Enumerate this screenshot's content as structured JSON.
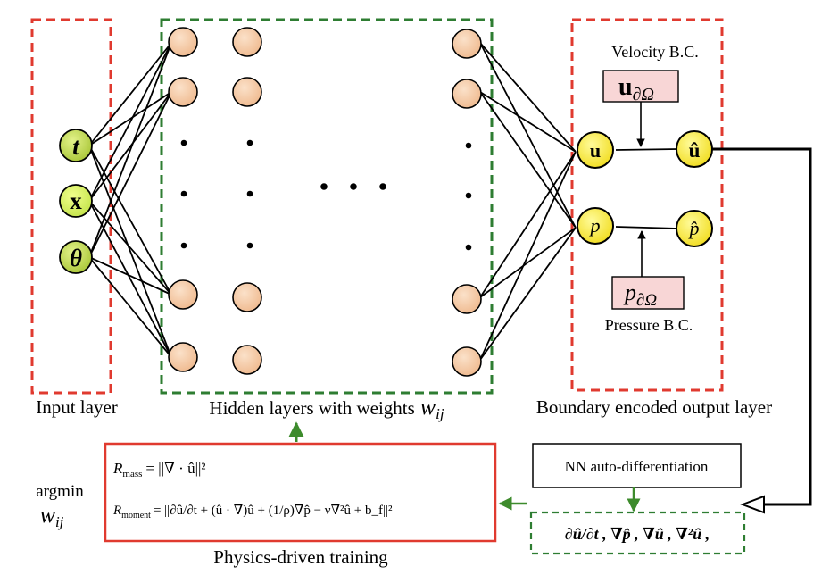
{
  "labels": {
    "input_layer": "Input layer",
    "hidden_layers_prefix": "Hidden layers with weights",
    "hidden_layers_weight": "w",
    "hidden_layers_weight_sub": "ij",
    "output_layer": "Boundary encoded output layer",
    "velocity_bc": "Velocity B.C.",
    "pressure_bc": "Pressure B.C.",
    "nn_autodiff": "NN auto-differentiation",
    "physics_training": "Physics-driven training",
    "argmin": "argmin",
    "argmin_w": "w",
    "argmin_w_sub": "ij"
  },
  "inputs": {
    "t": "t",
    "x": "x",
    "theta": "θ"
  },
  "outputs": {
    "u": "u",
    "u_hat": "û",
    "p": "p",
    "p_hat": "p̂"
  },
  "bc": {
    "velocity_main": "u",
    "velocity_sub": "∂Ω",
    "pressure_main": "p",
    "pressure_sub": "∂Ω"
  },
  "equations": {
    "mass_lhs": "R",
    "mass_lhs_sub": "mass",
    "mass_rhs": "= ||∇ · û||²",
    "moment_lhs": "R",
    "moment_lhs_sub": "moment",
    "moment_rhs": "= ||∂û/∂t + (û · ∇)û + (1/ρ)∇p̂ − ν∇²û + b_f||²"
  },
  "derivatives": {
    "text": "∂û/∂t , ∇p̂ , ∇û , ∇²û ,"
  },
  "colors": {
    "red_dash": "#e03a2f",
    "green_dash": "#2e7d32",
    "green_arrow": "#3d8b2c",
    "hidden_node": "#f6c9a3",
    "input_node": "#c8e05a",
    "output_node": "#fff34d",
    "bc_box": "#f8d6d6"
  }
}
